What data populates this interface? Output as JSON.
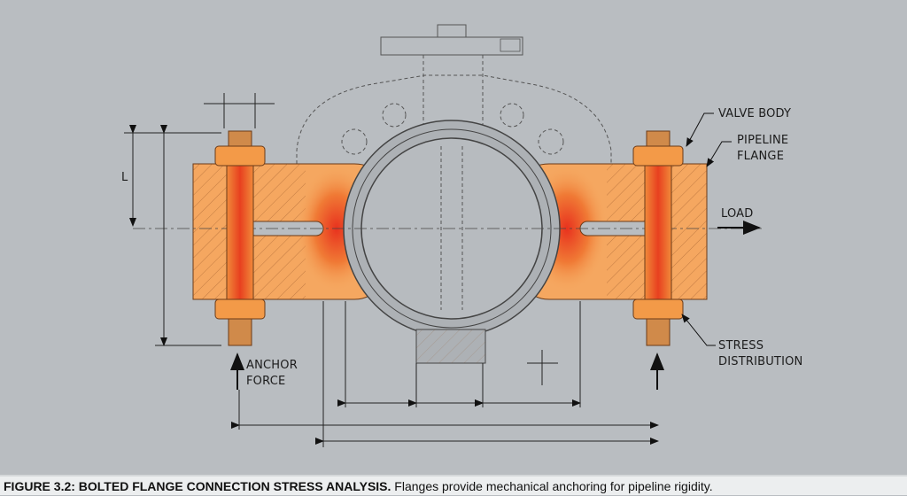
{
  "labels": {
    "dimension_l": "L",
    "anchor_force": "ANCHOR\nFORCE",
    "valve_body": "VALVE BODY",
    "pipeline_flange": "PIPELINE\nFLANGE",
    "load": "LOAD",
    "stress_distribution": "STRESS\nDISTRIBUTION"
  },
  "caption": {
    "figure_title": "FIGURE 3.2: BOLTED FLANGE CONNECTION STRESS ANALYSIS.",
    "description": " Flanges provide mechanical anchoring for pipeline rigidity."
  },
  "colors": {
    "background": "#b9bdc1",
    "stress_high": "#e8321e",
    "stress_low": "#f5a35a",
    "line": "#3a3a3a"
  }
}
